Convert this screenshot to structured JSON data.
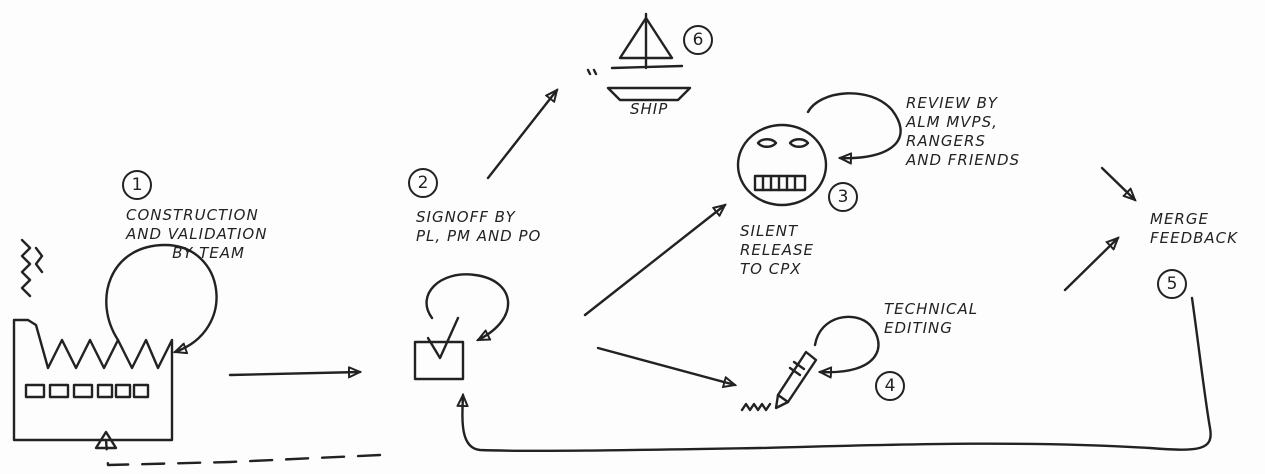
{
  "steps": {
    "s1": {
      "number": "1",
      "label": "CONSTRUCTION\nAND VALIDATION\n        BY TEAM"
    },
    "s2": {
      "number": "2",
      "label": "SIGNOFF BY\nPL, PM AND PO"
    },
    "s3": {
      "number": "3",
      "label": "SILENT\nRELEASE\nTO CPX",
      "note": "REVIEW BY\nALM MVPs,\nRANGERS\nAND FRIENDS"
    },
    "s4": {
      "number": "4",
      "label": "TECHNICAL\nEDITING"
    },
    "s5": {
      "number": "5",
      "label": "MERGE\nFEEDBACK"
    },
    "s6": {
      "number": "6",
      "label": "SHIP"
    }
  },
  "icons": {
    "factory": "factory-icon",
    "checkbox": "checkbox-icon",
    "ship": "ship-icon",
    "face": "face-icon",
    "pencil": "pencil-icon"
  },
  "ink_color": "#222222"
}
